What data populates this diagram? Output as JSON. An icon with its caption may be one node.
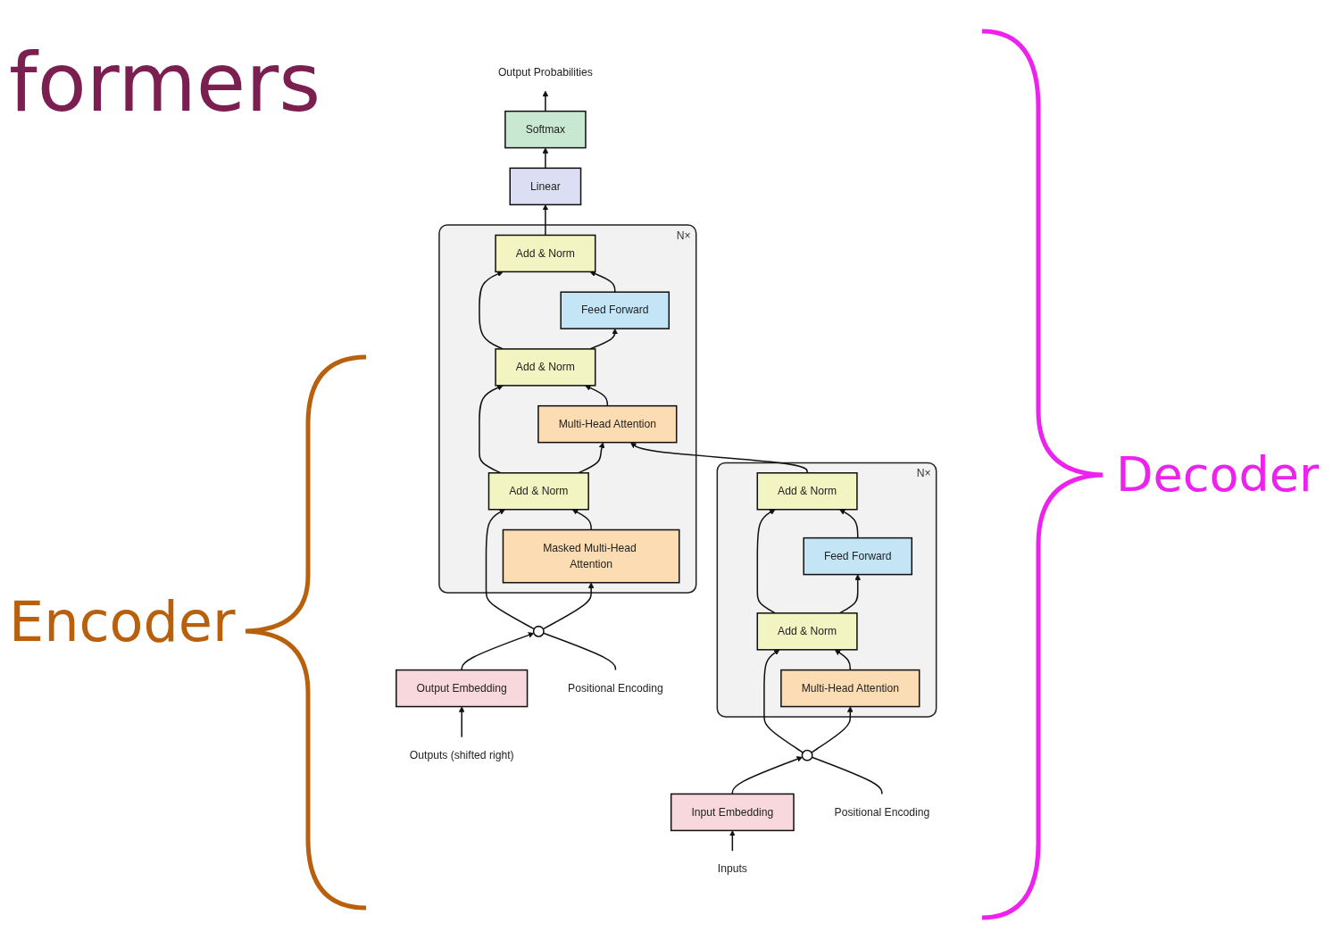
{
  "diagram": {
    "title": "formers",
    "nodes": [
      {
        "text": [
          "Output Probabilities"
        ]
      },
      {
        "text": [
          "Softmax"
        ]
      },
      {
        "text": [
          "Linear"
        ]
      },
      {
        "text": [],
        "shape": "box",
        "beside": [
          "N×"
        ]
      },
      {
        "text": [
          "Add & Norm"
        ],
        "in": 3
      },
      {
        "text": [
          "Feed Forward"
        ],
        "in": 3
      },
      {
        "text": [
          "Add & Norm"
        ],
        "in": 3
      },
      {
        "text": [
          "Multi-Head Attention"
        ],
        "in": 3
      },
      {
        "text": [
          "Add & Norm"
        ],
        "in": 3
      },
      {
        "text": [
          "Masked Multi-Head Attention"
        ],
        "in": 3
      },
      {
        "text": [],
        "shape": "box",
        "beside": [
          "N×"
        ]
      },
      {
        "text": [
          "Add & Norm"
        ],
        "in": 10
      },
      {
        "text": [
          "Feed Forward"
        ],
        "in": 10
      },
      {
        "text": [
          "Add & Norm"
        ],
        "in": 10
      },
      {
        "text": [
          "Multi-Head Attention"
        ],
        "in": 10
      },
      {
        "text": [
          "Positional Encoding"
        ]
      },
      {
        "text": [],
        "shape": "circle"
      },
      {
        "text": [
          "Input Embedding"
        ]
      },
      {
        "text": [
          "Inputs"
        ]
      },
      {
        "text": [],
        "shape": "circle"
      },
      {
        "text": [
          "Positional Encoding"
        ]
      },
      {
        "text": [
          "Output Embedding"
        ]
      },
      {
        "text": [
          "Outputs (shifted right)"
        ]
      }
    ],
    "edges": [
      {
        "from": 18,
        "to": 17,
        "arrow": "to"
      },
      {
        "from": 17,
        "to": 16,
        "arrow": "to"
      },
      {
        "from": 15,
        "to": 16,
        "arrow": "none"
      },
      {
        "from": 16,
        "to": 14,
        "arrow": "to"
      },
      {
        "from": 16,
        "to": 13,
        "arrow": "to"
      },
      {
        "from": 14,
        "to": 13,
        "arrow": "to"
      },
      {
        "from": 13,
        "to": 12,
        "arrow": "to"
      },
      {
        "from": 13,
        "to": 11,
        "arrow": "to"
      },
      {
        "from": 12,
        "to": 11,
        "arrow": "to"
      },
      {
        "from": 22,
        "to": 21,
        "arrow": "to"
      },
      {
        "from": 21,
        "to": 19,
        "arrow": "to"
      },
      {
        "from": 20,
        "to": 19,
        "arrow": "none"
      },
      {
        "from": 19,
        "to": 9,
        "arrow": "to"
      },
      {
        "from": 19,
        "to": 8,
        "arrow": "to"
      },
      {
        "from": 9,
        "to": 8,
        "arrow": "to"
      },
      {
        "from": 8,
        "to": 7,
        "arrow": "to"
      },
      {
        "from": 11,
        "to": 7,
        "arrow": "to"
      },
      {
        "from": 8,
        "to": 6,
        "arrow": "to"
      },
      {
        "from": 7,
        "to": 6,
        "arrow": "to"
      },
      {
        "from": 6,
        "to": 5,
        "arrow": "to"
      },
      {
        "from": 6,
        "to": 4,
        "arrow": "to"
      },
      {
        "from": 5,
        "to": 4,
        "arrow": "to"
      },
      {
        "from": 4,
        "to": 2,
        "arrow": "to"
      },
      {
        "from": 2,
        "to": 1,
        "arrow": "to"
      },
      {
        "from": 1,
        "to": 0,
        "arrow": "to"
      }
    ],
    "labels": [
      "Encoder",
      "Decoder"
    ]
  }
}
